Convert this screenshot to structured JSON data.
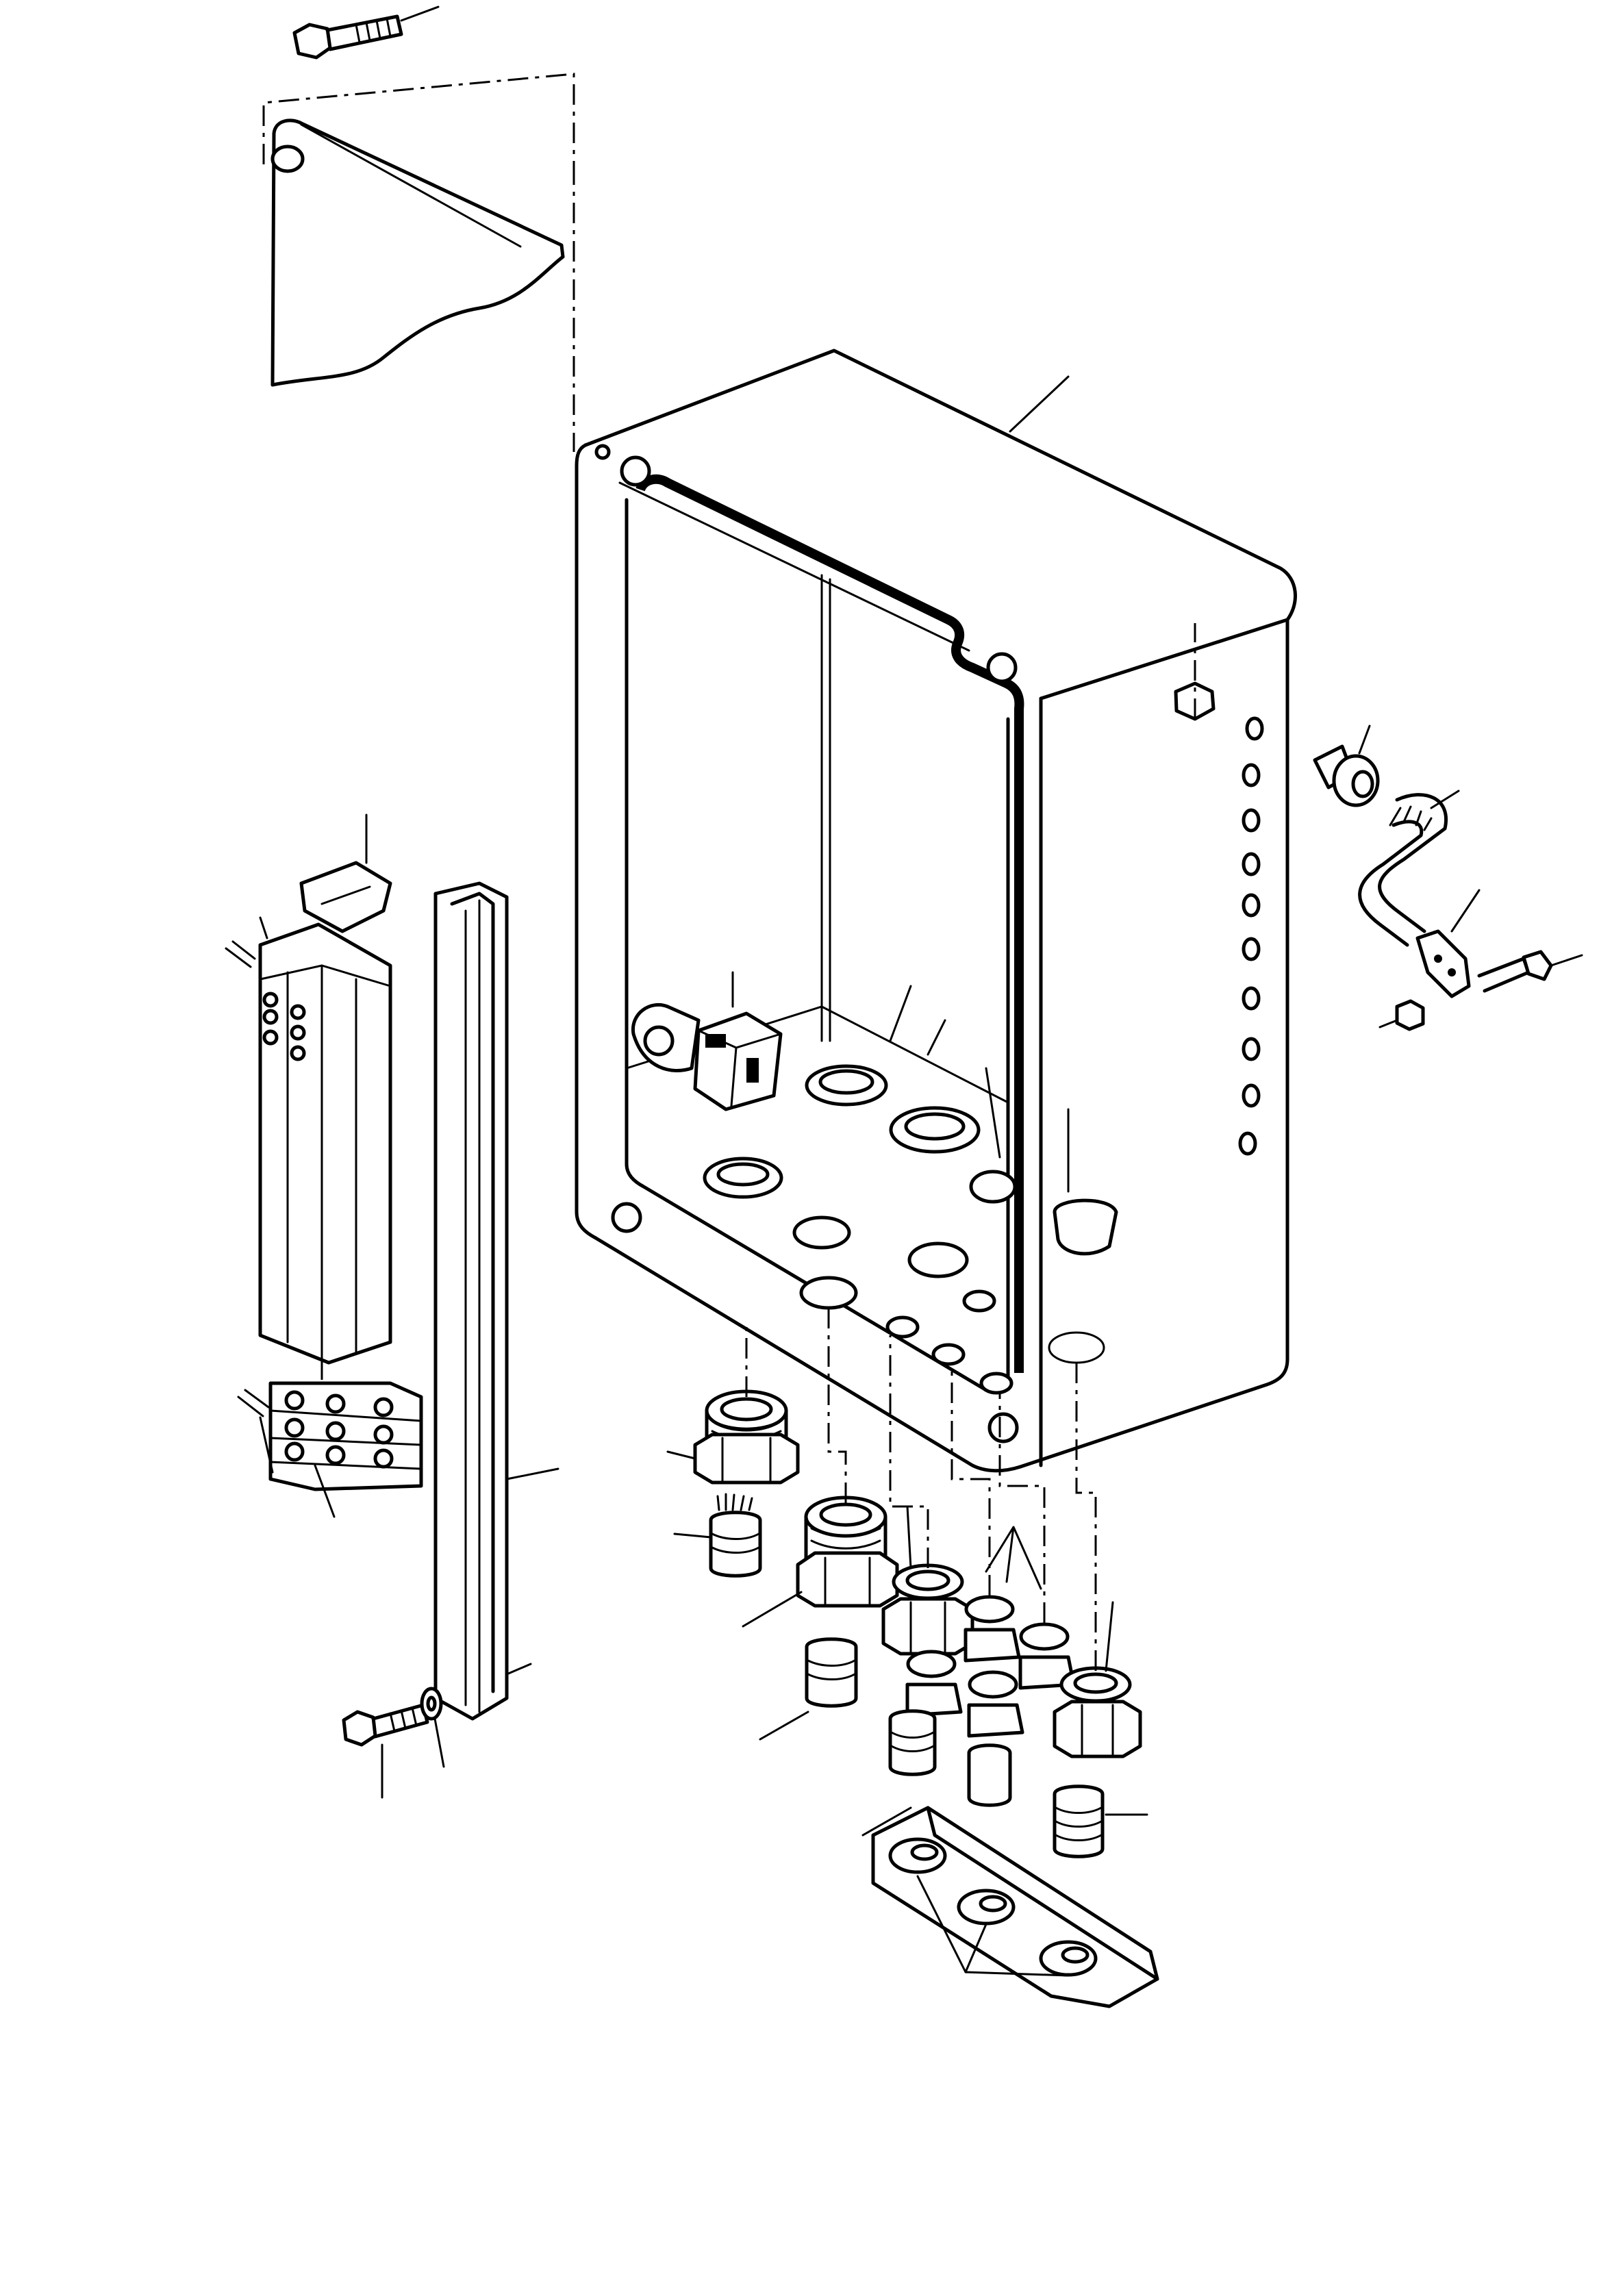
{
  "diagram": {
    "type": "exploded-parts-view",
    "labels": [],
    "parts": [
      "hex-bolt-top",
      "hinged-cover",
      "electrical-enclosure-box",
      "terminal-block-end-cap",
      "terminal-block-strip",
      "terminal-connector-clips",
      "din-mounting-rail",
      "rail-bolt",
      "rail-washer",
      "relay-switch",
      "lock-nuts",
      "cable-glands",
      "cable-grommets",
      "gland-mounting-bracket",
      "side-breather-fitting",
      "flexible-hose",
      "hose-clamp",
      "clamp-bolt",
      "clamp-nut",
      "side-nut"
    ]
  }
}
